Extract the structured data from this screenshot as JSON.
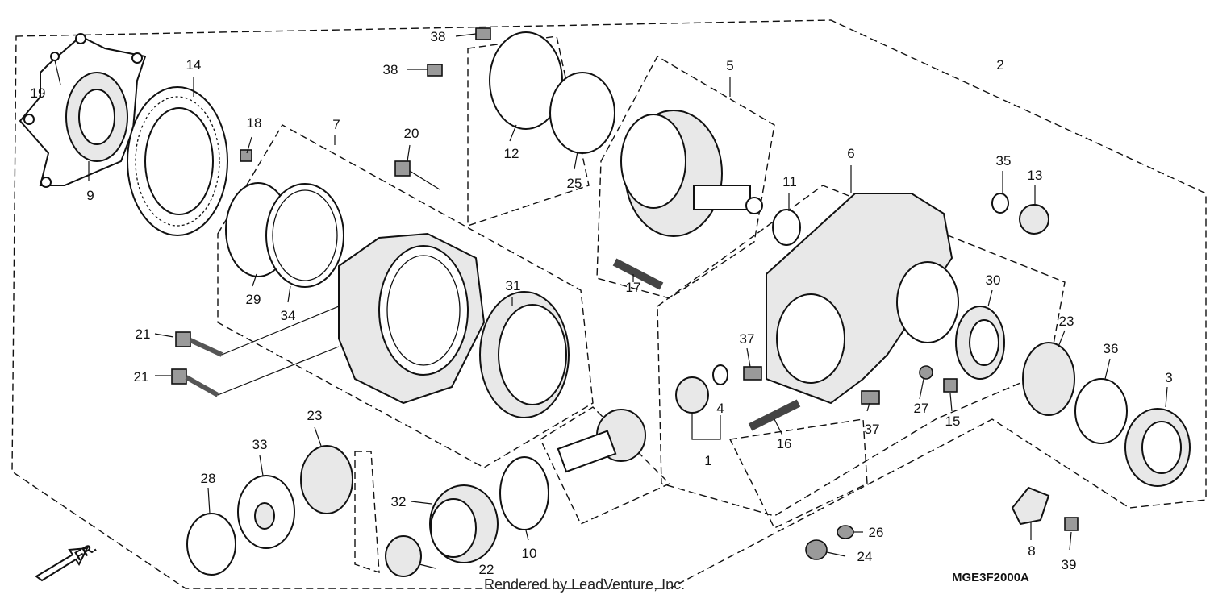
{
  "diagram_code": "MGE3F2000A",
  "credit": "Rendered by LeadVenture, Inc.",
  "direction_label": "FR.",
  "callouts": [
    {
      "id": "c1",
      "text": "1"
    },
    {
      "id": "c2",
      "text": "2"
    },
    {
      "id": "c3",
      "text": "3"
    },
    {
      "id": "c4",
      "text": "4"
    },
    {
      "id": "c5",
      "text": "5"
    },
    {
      "id": "c6",
      "text": "6"
    },
    {
      "id": "c7",
      "text": "7"
    },
    {
      "id": "c8",
      "text": "8"
    },
    {
      "id": "c9",
      "text": "9"
    },
    {
      "id": "c10",
      "text": "10"
    },
    {
      "id": "c11",
      "text": "11"
    },
    {
      "id": "c12",
      "text": "12"
    },
    {
      "id": "c13",
      "text": "13"
    },
    {
      "id": "c14",
      "text": "14"
    },
    {
      "id": "c15",
      "text": "15"
    },
    {
      "id": "c16",
      "text": "16"
    },
    {
      "id": "c17",
      "text": "17"
    },
    {
      "id": "c18",
      "text": "18"
    },
    {
      "id": "c19",
      "text": "19"
    },
    {
      "id": "c20",
      "text": "20"
    },
    {
      "id": "c21a",
      "text": "21"
    },
    {
      "id": "c21b",
      "text": "21"
    },
    {
      "id": "c22",
      "text": "22"
    },
    {
      "id": "c23a",
      "text": "23"
    },
    {
      "id": "c23b",
      "text": "23"
    },
    {
      "id": "c24",
      "text": "24"
    },
    {
      "id": "c25",
      "text": "25"
    },
    {
      "id": "c26",
      "text": "26"
    },
    {
      "id": "c27",
      "text": "27"
    },
    {
      "id": "c28",
      "text": "28"
    },
    {
      "id": "c29",
      "text": "29"
    },
    {
      "id": "c30",
      "text": "30"
    },
    {
      "id": "c31",
      "text": "31"
    },
    {
      "id": "c32",
      "text": "32"
    },
    {
      "id": "c33",
      "text": "33"
    },
    {
      "id": "c34",
      "text": "34"
    },
    {
      "id": "c35",
      "text": "35"
    },
    {
      "id": "c36",
      "text": "36"
    },
    {
      "id": "c37a",
      "text": "37"
    },
    {
      "id": "c37b",
      "text": "37"
    },
    {
      "id": "c38a",
      "text": "38"
    },
    {
      "id": "c38b",
      "text": "38"
    },
    {
      "id": "c39",
      "text": "39"
    }
  ]
}
